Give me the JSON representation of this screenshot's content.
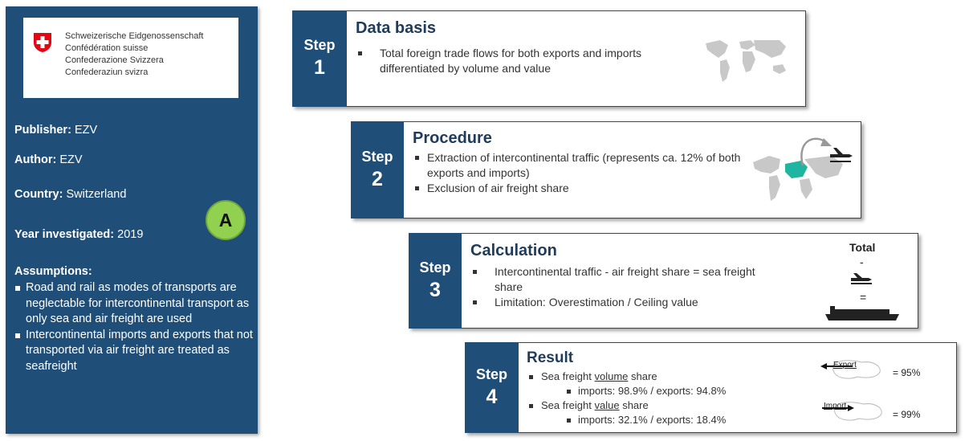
{
  "colors": {
    "navy": "#1f4e79",
    "badge_green": "#92d050",
    "map_grey": "#c8c8c8",
    "map_teal": "#20b5a0"
  },
  "sidebar": {
    "org_lines": [
      "Schweizerische Eidgenossenschaft",
      "Confédération suisse",
      "Confederazione Svizzera",
      "Confederaziun svizra"
    ],
    "publisher_label": "Publisher:",
    "publisher_value": "EZV",
    "author_label": "Author:",
    "author_value": "EZV",
    "country_label": "Country:",
    "country_value": "Switzerland",
    "year_label": "Year investigated:",
    "year_value": "2019",
    "assumptions_heading": "Assumptions:",
    "assumptions": [
      "Road and rail as modes of transports are neglectable for intercontinental transport as only sea and air freight are used",
      "Intercontinental imports and exports that not transported via air freight are treated as seafreight"
    ],
    "badge": "A"
  },
  "steps": {
    "word": "Step",
    "s1": {
      "num": "1",
      "title": "Data basis",
      "bullets": [
        "Total foreign trade flows for both exports and imports differentiated by volume and value"
      ]
    },
    "s2": {
      "num": "2",
      "title": "Procedure",
      "bullets": [
        "Extraction of intercontinental traffic (represents ca. 12% of both exports and imports)",
        "Exclusion of air freight share"
      ]
    },
    "s3": {
      "num": "3",
      "title": "Calculation",
      "bullets": [
        "Intercontinental traffic - air freight share = sea freight share",
        "Limitation: Overestimation / Ceiling value"
      ],
      "figure": {
        "total": "Total",
        "minus": "-",
        "equals": "="
      }
    },
    "s4": {
      "num": "4",
      "title": "Result",
      "volume_pre": "Sea freight ",
      "volume_u": "volume",
      "volume_post": " share",
      "volume_detail": "imports: 98.9% / exports: 94.8%",
      "value_pre": "Sea freight ",
      "value_u": "value",
      "value_post": " share",
      "value_detail": "imports: 32.1% / exports: 18.4%",
      "export_label": "Export",
      "export_pct": "= 95%",
      "import_label": "Import",
      "import_pct": "= 99%"
    }
  }
}
